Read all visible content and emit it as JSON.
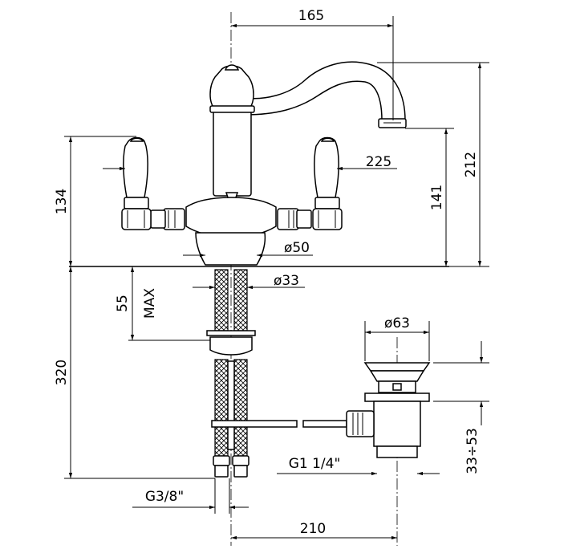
{
  "drawing": {
    "labels": {
      "width_top": "165",
      "height_total": "212",
      "height_spout": "141",
      "height_handles": "134",
      "handle_dim": "225",
      "dia_base": "ø50",
      "dia_shank": "ø33",
      "max_value": "55",
      "max_label": "MAX",
      "depth_below": "320",
      "dia_waste": "ø63",
      "thread_waste": "G1 1/4\"",
      "range_waste": "33÷53",
      "thread_supply": "G3/8\"",
      "width_bottom": "210"
    }
  }
}
